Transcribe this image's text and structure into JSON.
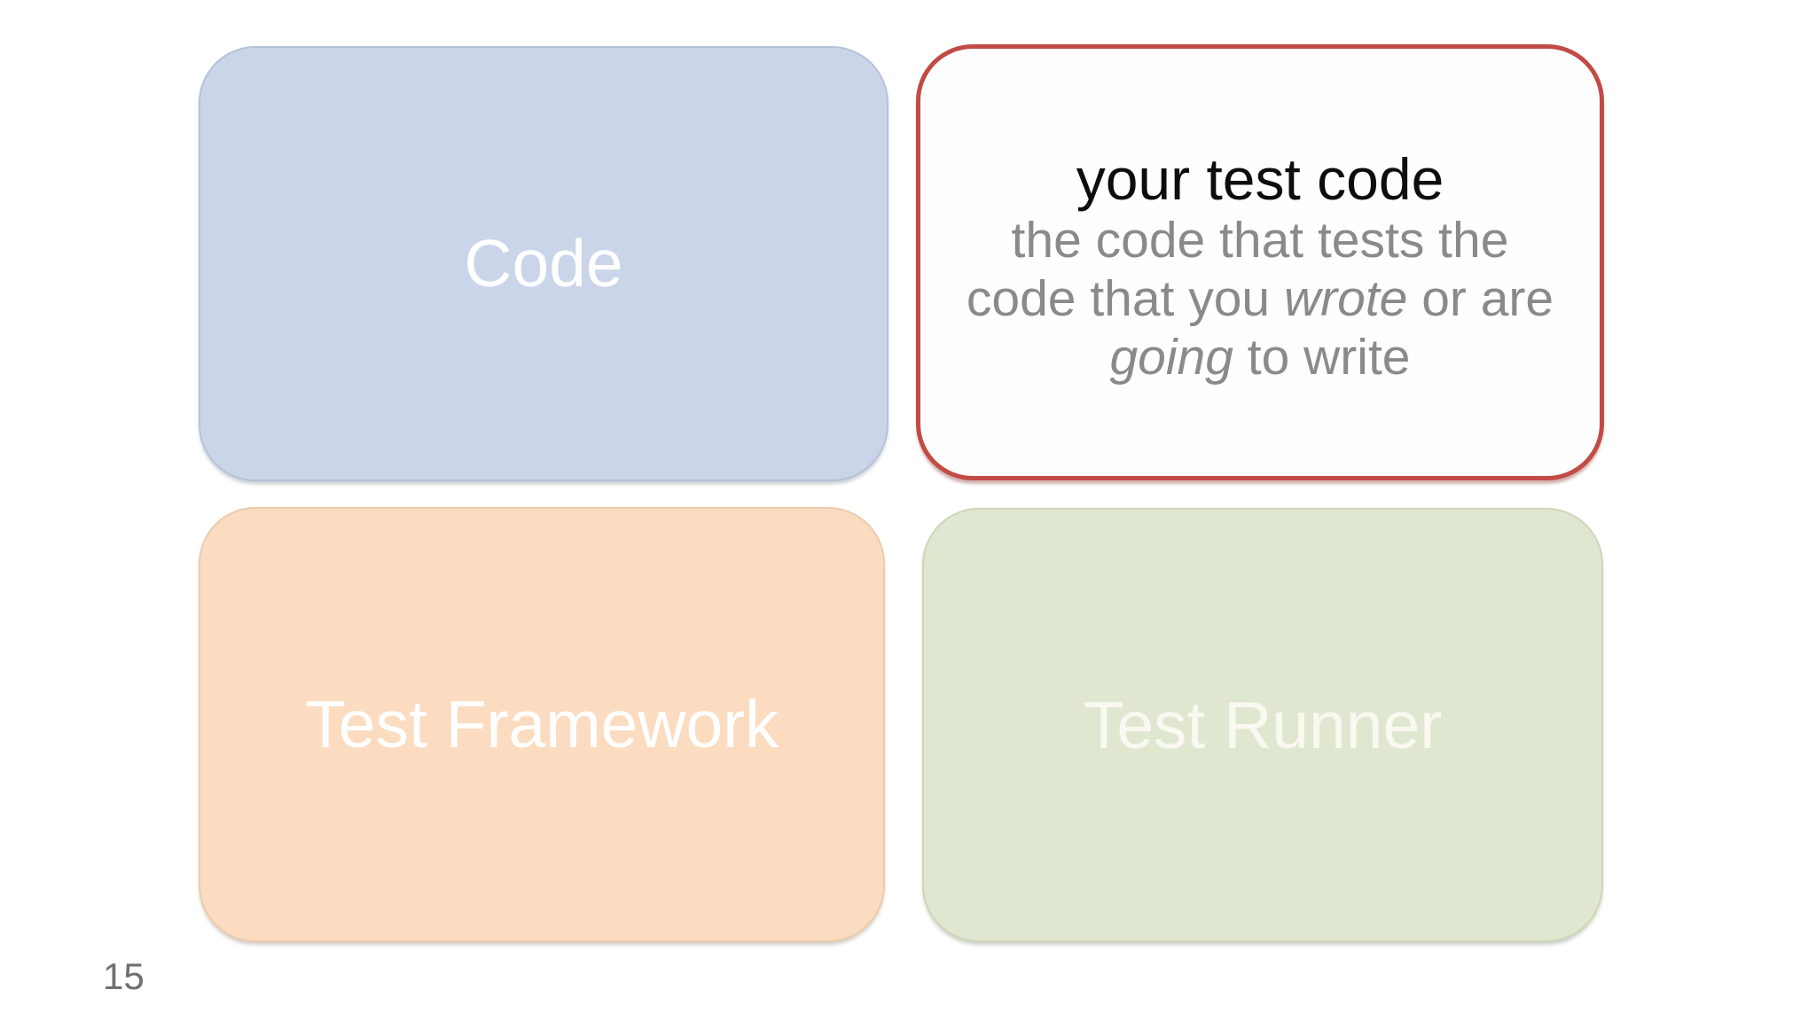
{
  "slide": {
    "page_number": "15",
    "colors": {
      "background": "#ffffff",
      "code_box_fill": "#cad5e9",
      "code_box_border": "#b6c2d8",
      "framework_box_fill": "#fbdcc1",
      "framework_box_border": "#ecccae",
      "runner_box_fill": "#e0e7d0",
      "runner_box_border": "#cdd6b8",
      "test_code_box_fill": "#fefefe",
      "test_code_box_border": "#c24b45",
      "box_label_text": "#ffffff",
      "test_code_title_text": "#0d0d0d",
      "test_code_subtitle_text": "#8a8a8a",
      "page_number_text": "#6f6f6f"
    },
    "boxes": {
      "code": {
        "label": "Code"
      },
      "test_code": {
        "title": "your test code",
        "subtitle_line1": "the code that tests the",
        "subtitle_line2_pre": "code that you ",
        "subtitle_line2_italic": "wrote",
        "subtitle_line2_post": " or are",
        "subtitle_line3_italic": "going",
        "subtitle_line3_post": " to write"
      },
      "framework": {
        "label": "Test Framework"
      },
      "runner": {
        "label": "Test Runner"
      }
    }
  }
}
